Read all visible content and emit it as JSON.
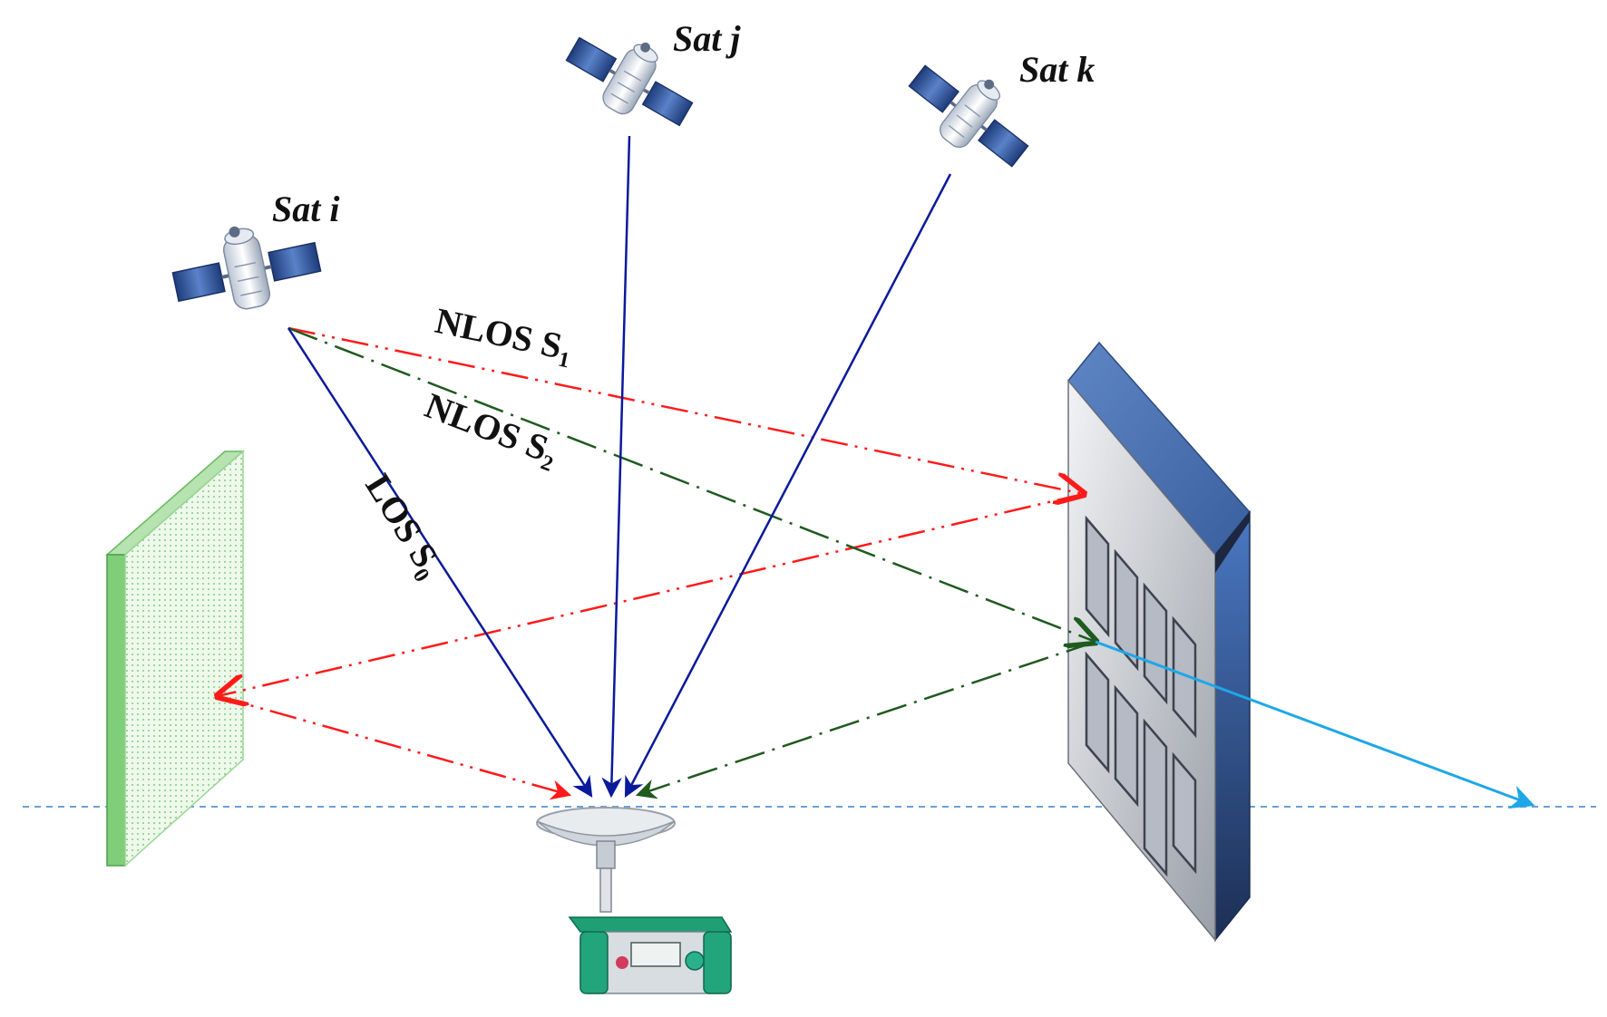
{
  "satellites": {
    "i": "Sat i",
    "j": "Sat j",
    "k": "Sat k"
  },
  "signals": {
    "nlos_s1": {
      "main": "NLOS S",
      "sub": "1"
    },
    "nlos_s2": {
      "main": "NLOS S",
      "sub": "2"
    },
    "los_s0": {
      "main": "LOS S",
      "sub": "0"
    }
  },
  "colors": {
    "los": "#0a1a9a",
    "nlos_s1": "#ff1a1a",
    "nlos_s2": "#1f5a1f",
    "penetration": "#1ea7e8",
    "ground_line": "#6aa0d6",
    "wall": "#9fd79a",
    "building_top": "#4f77b5",
    "building_side": "#2b4f8a",
    "building_face": "#c8ccd2"
  }
}
